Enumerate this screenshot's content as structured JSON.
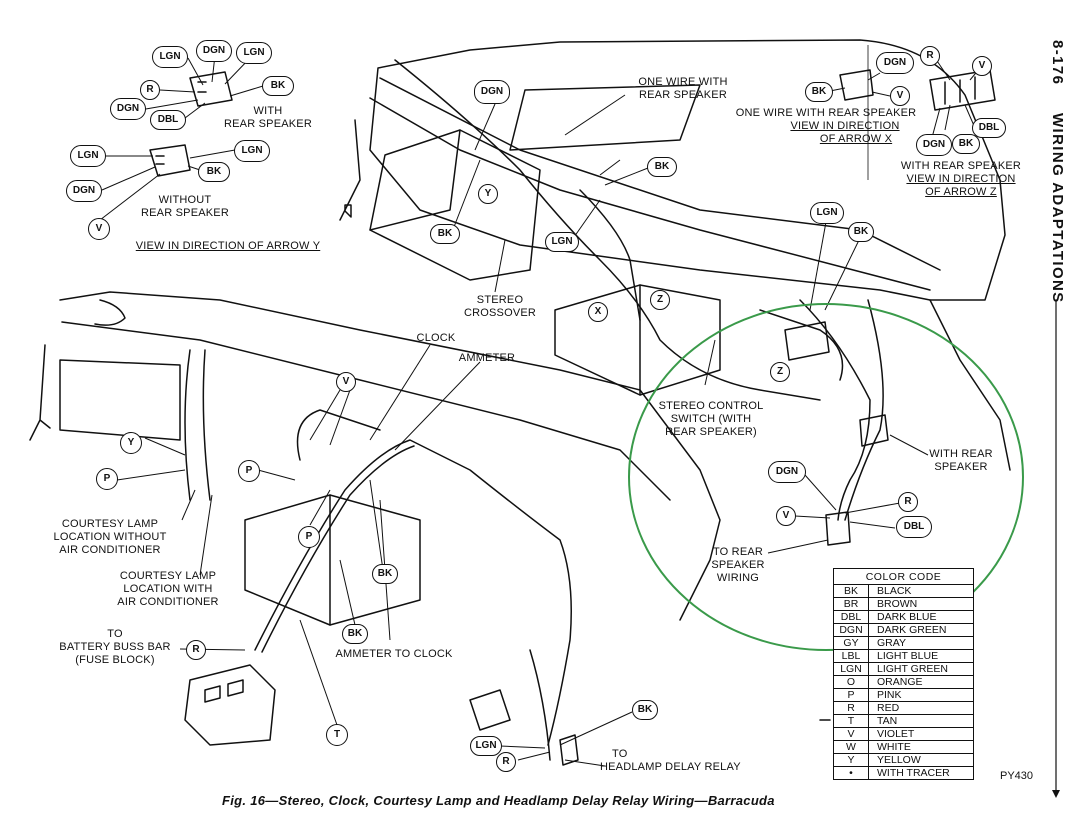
{
  "page": {
    "section_number": "8-176",
    "section_title": "WIRING ADAPTATIONS",
    "caption": "Fig. 16—Stereo, Clock, Courtesy Lamp and Headlamp Delay Relay Wiring—Barracuda",
    "figure_code": "PY430"
  },
  "labels": {
    "with_rear_speaker_y": [
      "WITH",
      "REAR SPEAKER"
    ],
    "without_rear_speaker": [
      "WITHOUT",
      "REAR SPEAKER"
    ],
    "view_arrow_y": "VIEW IN DIRECTION OF ARROW Y",
    "one_wire_top": [
      "ONE WIRE WITH",
      "REAR SPEAKER"
    ],
    "one_wire_x": [
      "ONE WIRE WITH REAR SPEAKER",
      "VIEW IN DIRECTION",
      "OF ARROW X"
    ],
    "with_rear_z": [
      "WITH REAR SPEAKER",
      "VIEW IN DIRECTION",
      "OF ARROW Z"
    ],
    "stereo_crossover": [
      "STEREO",
      "CROSSOVER"
    ],
    "clock": "CLOCK",
    "ammeter": "AMMETER",
    "stereo_switch": [
      "STEREO CONTROL",
      "SWITCH (WITH",
      "REAR SPEAKER)"
    ],
    "with_rear_speaker_right": [
      "WITH REAR",
      "SPEAKER"
    ],
    "to_rear_speaker_wiring": [
      "TO REAR",
      "SPEAKER",
      "WIRING"
    ],
    "courtesy_without_ac": [
      "COURTESY LAMP",
      "LOCATION WITHOUT",
      "AIR CONDITIONER"
    ],
    "courtesy_with_ac": [
      "COURTESY LAMP",
      "LOCATION WITH",
      "AIR CONDITIONER"
    ],
    "battery_buss": [
      "TO",
      "BATTERY BUSS BAR",
      "(FUSE BLOCK)"
    ],
    "ammeter_to_clock": "AMMETER TO CLOCK",
    "headlamp_relay": [
      "TO",
      "HEADLAMP DELAY RELAY"
    ]
  },
  "wire_tags": {
    "LGN": "LGN",
    "DGN": "DGN",
    "BK": "BK",
    "R": "R",
    "DBL": "DBL",
    "V": "V",
    "Y": "Y",
    "P": "P",
    "T": "T",
    "X": "X",
    "Z": "Z"
  },
  "color_code": {
    "title": "COLOR CODE",
    "rows": [
      {
        "abbr": "BK",
        "color": "BLACK"
      },
      {
        "abbr": "BR",
        "color": "BROWN"
      },
      {
        "abbr": "DBL",
        "color": "DARK BLUE"
      },
      {
        "abbr": "DGN",
        "color": "DARK GREEN"
      },
      {
        "abbr": "GY",
        "color": "GRAY"
      },
      {
        "abbr": "LBL",
        "color": "LIGHT BLUE"
      },
      {
        "abbr": "LGN",
        "color": "LIGHT GREEN"
      },
      {
        "abbr": "O",
        "color": "ORANGE"
      },
      {
        "abbr": "P",
        "color": "PINK"
      },
      {
        "abbr": "R",
        "color": "RED"
      },
      {
        "abbr": "T",
        "color": "TAN"
      },
      {
        "abbr": "V",
        "color": "VIOLET"
      },
      {
        "abbr": "W",
        "color": "WHITE"
      },
      {
        "abbr": "Y",
        "color": "YELLOW"
      },
      {
        "abbr": "•",
        "color": "WITH TRACER"
      }
    ]
  },
  "colors": {
    "ink": "#111111",
    "highlight_circle": "#3a9a4a",
    "paper": "#ffffff"
  }
}
